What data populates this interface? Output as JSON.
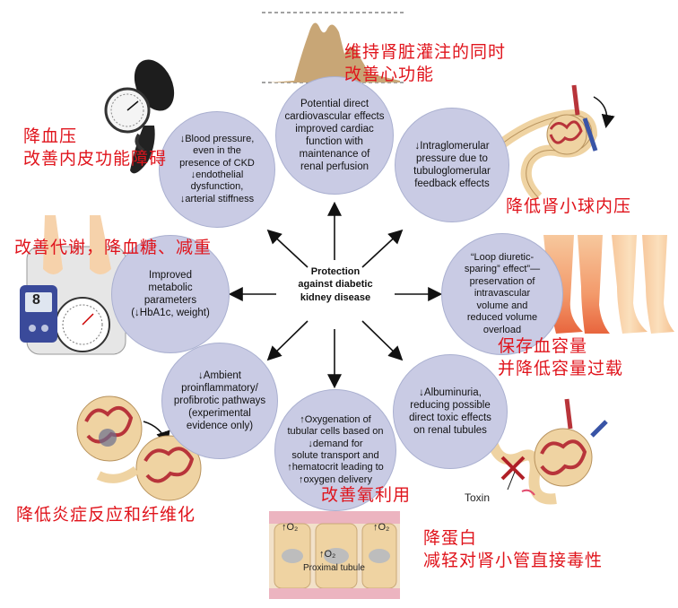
{
  "center_label": "Protection\nagainst diabetic\nkidney disease",
  "nodes": {
    "cardio": "Potential direct\ncardiovascular effects\nimproved cardiac\nfunction with\nmaintenance of\nrenal perfusion",
    "intraglomerular": "↓Intraglomerular\npressure due to\ntubuloglomerular\nfeedback effects",
    "loop": "“Loop diuretic-\nsparing” effect”—\npreservation of\nintravascular\nvolume and\nreduced volume\noverload",
    "albumin": "↓Albuminuria,\nreducing possible\ndirect toxic effects\non renal tubules",
    "oxygen": "↑Oxygenation of\ntubular cells based on\n↓demand for\nsolute transport and\n↑hematocrit leading to\n↑oxygen delivery",
    "inflammation": "↓Ambient\nproinflammatory/\nprofibrotic pathways\n(experimental\nevidence only)",
    "metabolic": "Improved\nmetabolic\nparameters\n(↓HbA1c, weight)",
    "bp": "↓Blood pressure,\neven in the\npresence of CKD\n↓endothelial\ndysfunction,\n↓arterial stiffness"
  },
  "annotations": {
    "cardio": "维持肾脏灌注的同时\n改善心功能",
    "intraglomerular": "降低肾小球内压",
    "loop": "保存血容量\n并降低容量过载",
    "albumin": "降蛋白\n减轻对肾小管直接毒性",
    "oxygen": "改善氧利用",
    "inflammation": "降低炎症反应和纤维化",
    "metabolic": "改善代谢，降血糖、减重",
    "bp": "降血压\n改善内皮功能障碍"
  },
  "illustration_labels": {
    "toxin": "Toxin",
    "o2_left": "↑O₂",
    "o2_mid": "↑O₂",
    "o2_right": "↑O₂",
    "proximal_tubule": "Proximal tubule",
    "glucometer_digit": "8"
  },
  "colors": {
    "bubble_fill": "#c9cbe4",
    "annotation_red": "#e0141c",
    "vessel_red": "#b8343a",
    "tubule_tan": "#efd3a2"
  }
}
